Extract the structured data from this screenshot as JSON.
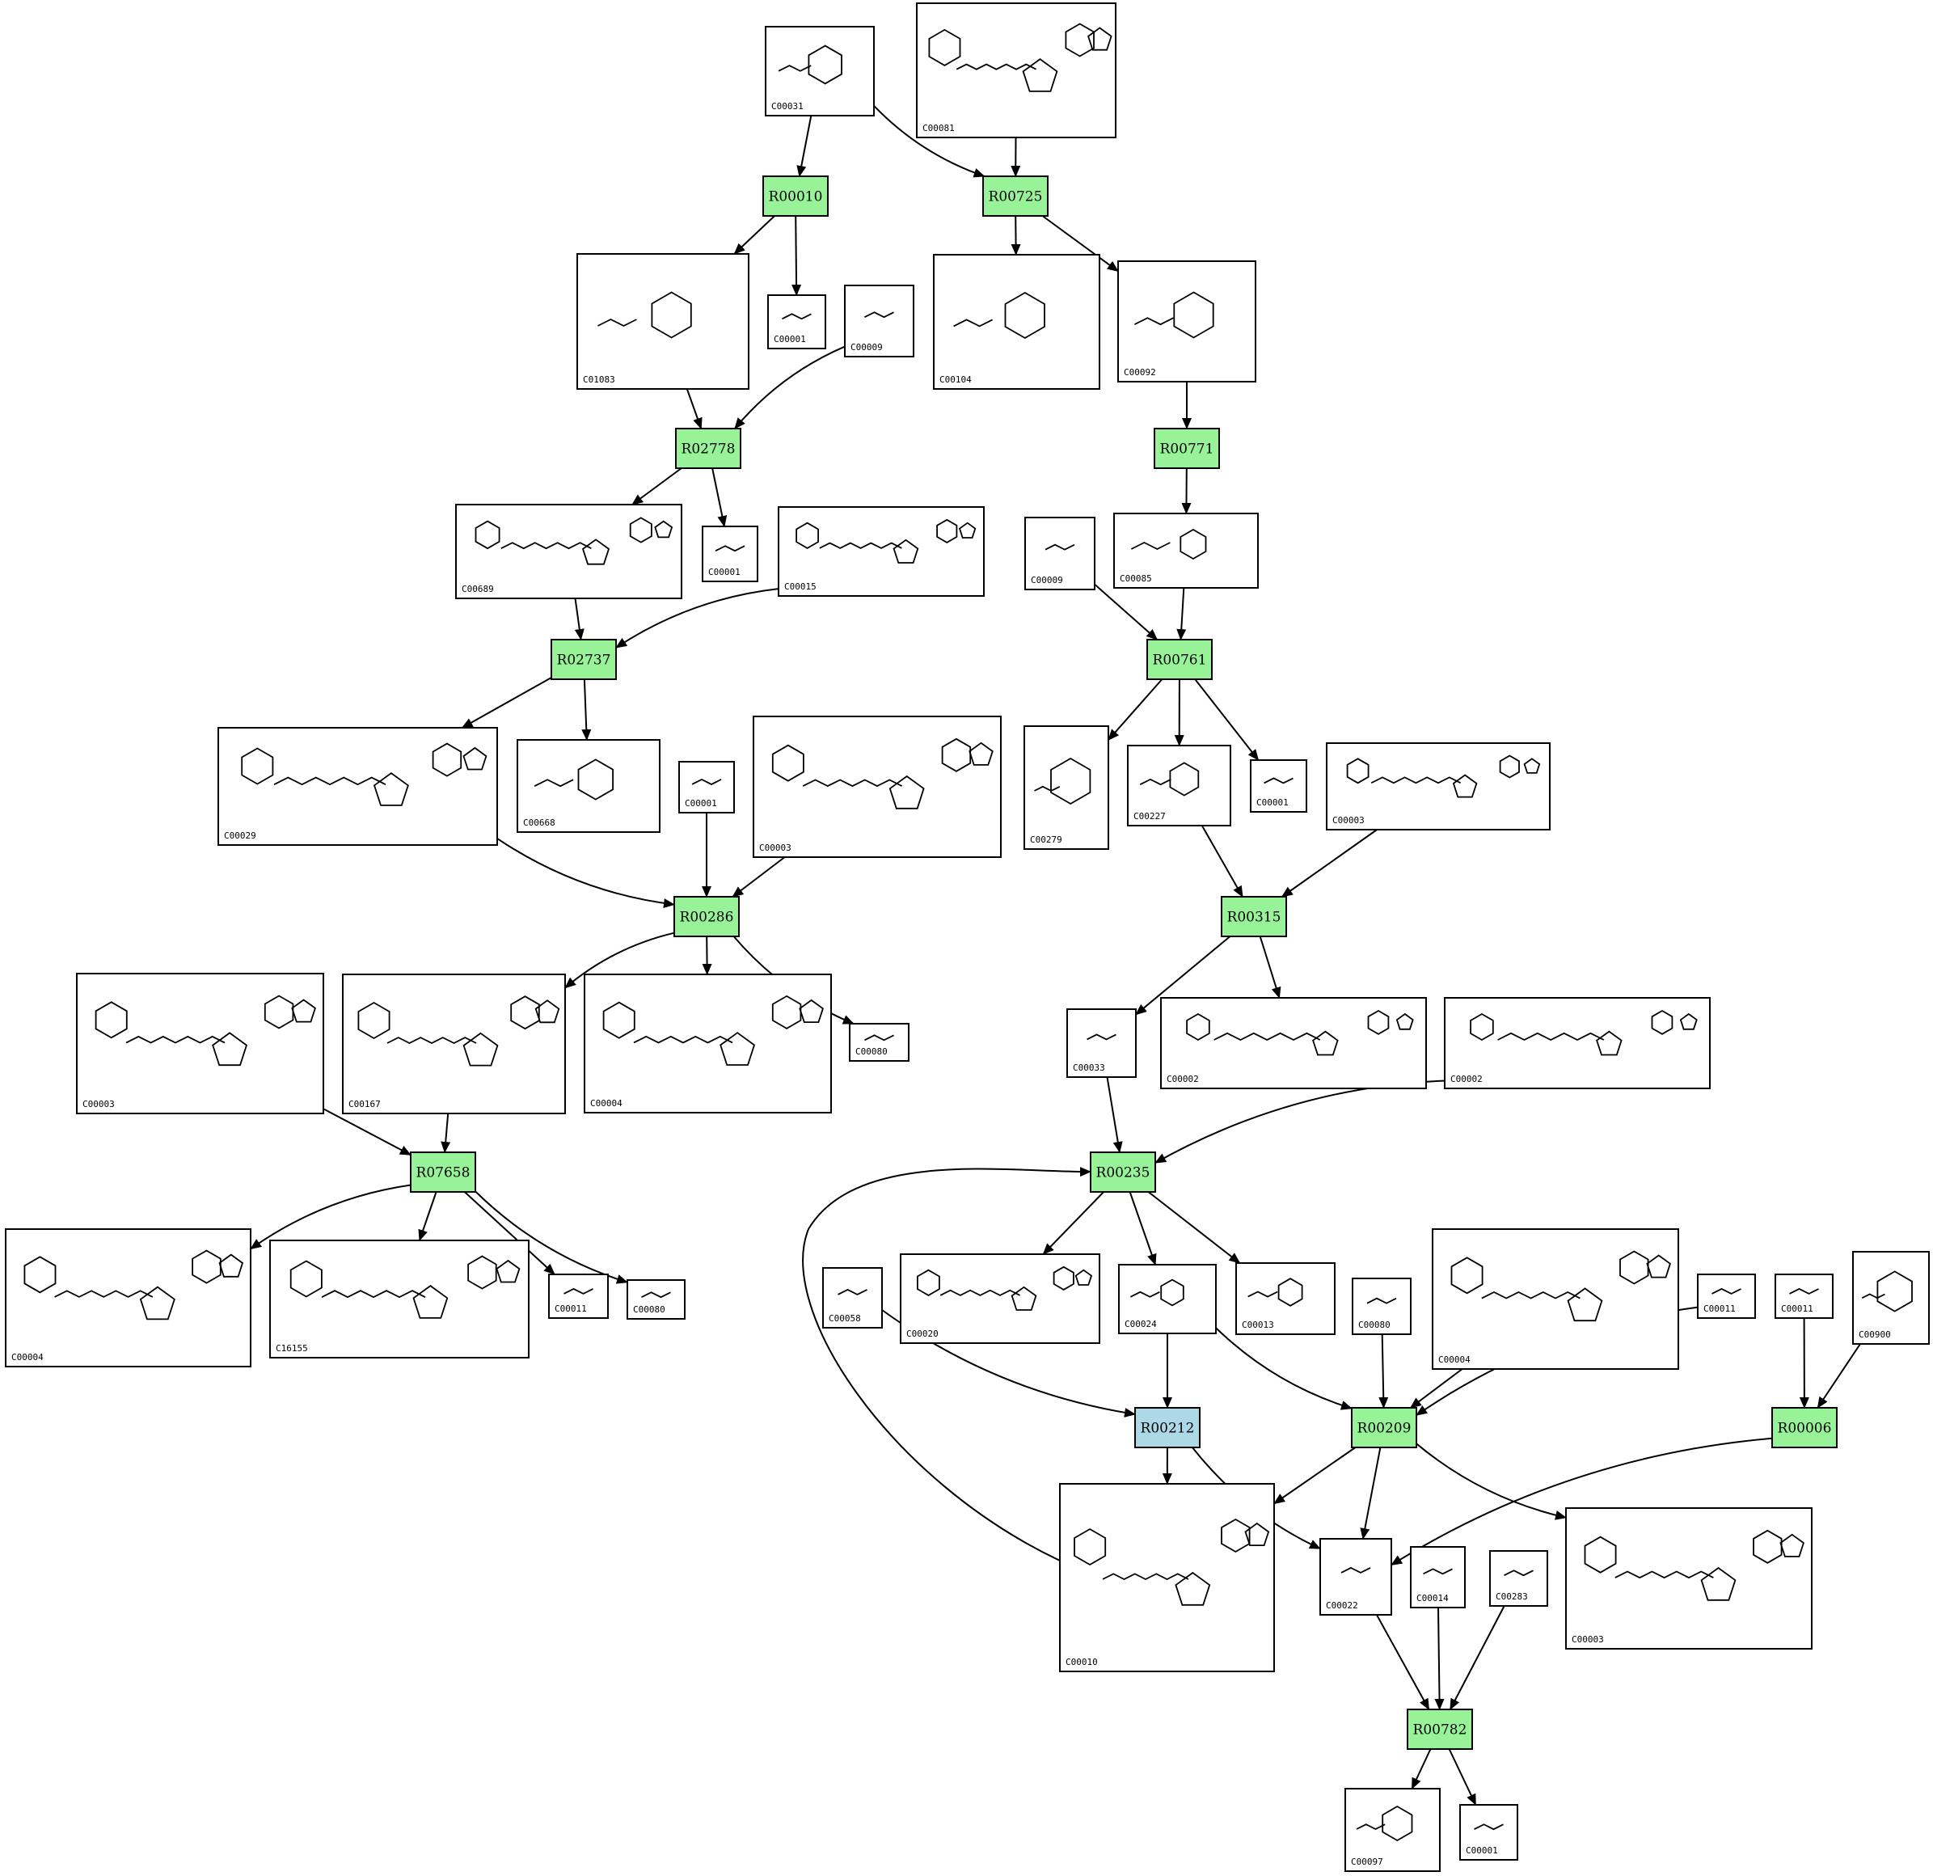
{
  "colors": {
    "reaction_fill": "#98F398",
    "reaction_highlight_fill": "#ADD8E6",
    "edge": "#000000",
    "compound_border": "#000000",
    "background": "#FFFFFF"
  },
  "compounds": [
    {
      "id": "c1",
      "label": "C00031"
    },
    {
      "id": "c2",
      "label": "C00081"
    },
    {
      "id": "c3",
      "label": "C01083"
    },
    {
      "id": "c4",
      "label": "C00001"
    },
    {
      "id": "c5",
      "label": "C00009"
    },
    {
      "id": "c6",
      "label": "C00104"
    },
    {
      "id": "c7",
      "label": "C00092"
    },
    {
      "id": "c8",
      "label": "C00689"
    },
    {
      "id": "c9",
      "label": "C00001"
    },
    {
      "id": "c10",
      "label": "C00015"
    },
    {
      "id": "c11",
      "label": "C00009"
    },
    {
      "id": "c12",
      "label": "C00085"
    },
    {
      "id": "c13",
      "label": "C00029"
    },
    {
      "id": "c14",
      "label": "C00668"
    },
    {
      "id": "c15",
      "label": "C00001"
    },
    {
      "id": "c16",
      "label": "C00003"
    },
    {
      "id": "c17",
      "label": "C00279"
    },
    {
      "id": "c18",
      "label": "C00227"
    },
    {
      "id": "c19",
      "label": "C00001"
    },
    {
      "id": "c20",
      "label": "C00003"
    },
    {
      "id": "c21",
      "label": "C00003"
    },
    {
      "id": "c22",
      "label": "C00167"
    },
    {
      "id": "c23",
      "label": "C00004"
    },
    {
      "id": "c24",
      "label": "C00080"
    },
    {
      "id": "c25",
      "label": "C00033"
    },
    {
      "id": "c26",
      "label": "C00002"
    },
    {
      "id": "c27",
      "label": "C00002"
    },
    {
      "id": "c28",
      "label": "C00004"
    },
    {
      "id": "c29",
      "label": "C16155"
    },
    {
      "id": "c30",
      "label": "C00011"
    },
    {
      "id": "c31",
      "label": "C00080"
    },
    {
      "id": "c32",
      "label": "C00058"
    },
    {
      "id": "c33",
      "label": "C00020"
    },
    {
      "id": "c34",
      "label": "C00024"
    },
    {
      "id": "c35",
      "label": "C00013"
    },
    {
      "id": "c36",
      "label": "C00080"
    },
    {
      "id": "c37",
      "label": "C00004"
    },
    {
      "id": "c38",
      "label": "C00011"
    },
    {
      "id": "c39",
      "label": "C00011"
    },
    {
      "id": "c40",
      "label": "C00900"
    },
    {
      "id": "c41",
      "label": "C00010"
    },
    {
      "id": "c42",
      "label": "C00022"
    },
    {
      "id": "c43",
      "label": "C00014"
    },
    {
      "id": "c44",
      "label": "C00283"
    },
    {
      "id": "c45",
      "label": "C00003"
    },
    {
      "id": "c46",
      "label": "C00097"
    },
    {
      "id": "c47",
      "label": "C00001"
    }
  ],
  "reactions": [
    {
      "id": "r1",
      "label": "R00010",
      "highlight": false
    },
    {
      "id": "r2",
      "label": "R00725",
      "highlight": false
    },
    {
      "id": "r3",
      "label": "R02778",
      "highlight": false
    },
    {
      "id": "r4",
      "label": "R00771",
      "highlight": false
    },
    {
      "id": "r5",
      "label": "R02737",
      "highlight": false
    },
    {
      "id": "r6",
      "label": "R00761",
      "highlight": false
    },
    {
      "id": "r7",
      "label": "R00286",
      "highlight": false
    },
    {
      "id": "r8",
      "label": "R00315",
      "highlight": false
    },
    {
      "id": "r9",
      "label": "R07658",
      "highlight": false
    },
    {
      "id": "r10",
      "label": "R00235",
      "highlight": false
    },
    {
      "id": "r11",
      "label": "R00212",
      "highlight": true
    },
    {
      "id": "r12",
      "label": "R00209",
      "highlight": false
    },
    {
      "id": "r13",
      "label": "R00006",
      "highlight": false
    },
    {
      "id": "r14",
      "label": "R00782",
      "highlight": false
    }
  ],
  "edges": [
    {
      "from": "c1",
      "to": "r1"
    },
    {
      "from": "c1",
      "to": "r2"
    },
    {
      "from": "c2",
      "to": "r2"
    },
    {
      "from": "r1",
      "to": "c3"
    },
    {
      "from": "r1",
      "to": "c4"
    },
    {
      "from": "r2",
      "to": "c6"
    },
    {
      "from": "r2",
      "to": "c7"
    },
    {
      "from": "c3",
      "to": "r3"
    },
    {
      "from": "c5",
      "to": "r3"
    },
    {
      "from": "c7",
      "to": "r4"
    },
    {
      "from": "r3",
      "to": "c8"
    },
    {
      "from": "r3",
      "to": "c9"
    },
    {
      "from": "r4",
      "to": "c12"
    },
    {
      "from": "c8",
      "to": "r5"
    },
    {
      "from": "c10",
      "to": "r5"
    },
    {
      "from": "c11",
      "to": "r6"
    },
    {
      "from": "c12",
      "to": "r6"
    },
    {
      "from": "r5",
      "to": "c13"
    },
    {
      "from": "r5",
      "to": "c14"
    },
    {
      "from": "r6",
      "to": "c17"
    },
    {
      "from": "r6",
      "to": "c18"
    },
    {
      "from": "r6",
      "to": "c19"
    },
    {
      "from": "c13",
      "to": "r7"
    },
    {
      "from": "c15",
      "to": "r7"
    },
    {
      "from": "c16",
      "to": "r7"
    },
    {
      "from": "c18",
      "to": "r8"
    },
    {
      "from": "c20",
      "to": "r8"
    },
    {
      "from": "r7",
      "to": "c22"
    },
    {
      "from": "r7",
      "to": "c23"
    },
    {
      "from": "r7",
      "to": "c24"
    },
    {
      "from": "r8",
      "to": "c25"
    },
    {
      "from": "r8",
      "to": "c26"
    },
    {
      "from": "c21",
      "to": "r9"
    },
    {
      "from": "c22",
      "to": "r9"
    },
    {
      "from": "c25",
      "to": "r10"
    },
    {
      "from": "c27",
      "to": "r10"
    },
    {
      "from": "r9",
      "to": "c28"
    },
    {
      "from": "r9",
      "to": "c29"
    },
    {
      "from": "r9",
      "to": "c30"
    },
    {
      "from": "r9",
      "to": "c31"
    },
    {
      "from": "r10",
      "to": "c33"
    },
    {
      "from": "r10",
      "to": "c34"
    },
    {
      "from": "r10",
      "to": "c35"
    },
    {
      "from": "c41",
      "to": "r10"
    },
    {
      "from": "c32",
      "to": "r11"
    },
    {
      "from": "c34",
      "to": "r11"
    },
    {
      "from": "c34",
      "to": "r12"
    },
    {
      "from": "c36",
      "to": "r12"
    },
    {
      "from": "c37",
      "to": "r12"
    },
    {
      "from": "c38",
      "to": "r12"
    },
    {
      "from": "c39",
      "to": "r13"
    },
    {
      "from": "c40",
      "to": "r13"
    },
    {
      "from": "r11",
      "to": "c41"
    },
    {
      "from": "r11",
      "to": "c42"
    },
    {
      "from": "r12",
      "to": "c41"
    },
    {
      "from": "r12",
      "to": "c42"
    },
    {
      "from": "r12",
      "to": "c45"
    },
    {
      "from": "r13",
      "to": "c42"
    },
    {
      "from": "c42",
      "to": "r14"
    },
    {
      "from": "c43",
      "to": "r14"
    },
    {
      "from": "c44",
      "to": "r14"
    },
    {
      "from": "r14",
      "to": "c46"
    },
    {
      "from": "r14",
      "to": "c47"
    }
  ]
}
